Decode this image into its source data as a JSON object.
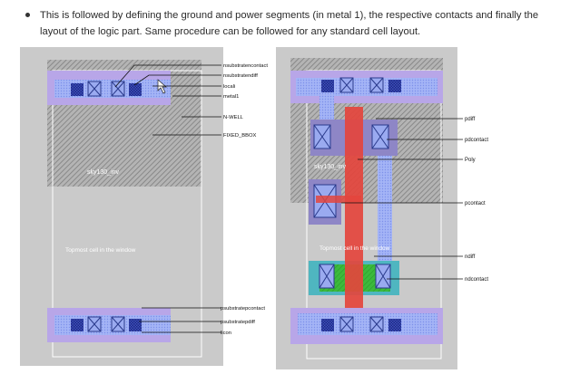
{
  "paragraph": {
    "text": "This is followed by defining the ground and power segments (in metal 1), the respective contacts and finally the layout of the logic part. Same procedure can be followed for any standard cell layout."
  },
  "left_layout": {
    "cell_name": "sky130_inv",
    "window_text": "Topmost cell in the window",
    "labels": [
      "nsubstratencontact",
      "nsubstratendiff",
      "locali",
      "metal1",
      "N-WELL",
      "FIXED_BBOX",
      "psubstratepcontact",
      "psubstratepdiff",
      "licon"
    ]
  },
  "right_layout": {
    "cell_name": "sky130_inv",
    "window_text": "Topmost cell in the window",
    "labels": [
      "pdiff",
      "pdcontact",
      "Poly",
      "pcontact",
      "ndiff",
      "ndcontact"
    ]
  },
  "colors": {
    "background_gray": "#c8c8c8",
    "nwell_hatch": "#9a9a9a",
    "metal_lavender": "#b9a6e6",
    "locali_blue": "#7b8df0",
    "poly_red": "#e4453d",
    "ndiff_green": "#3dbb3d",
    "ndcontact_teal": "#4fb6c0",
    "pdiff_purple": "#8e86c6",
    "contact_navy": "#2a3a8c"
  }
}
